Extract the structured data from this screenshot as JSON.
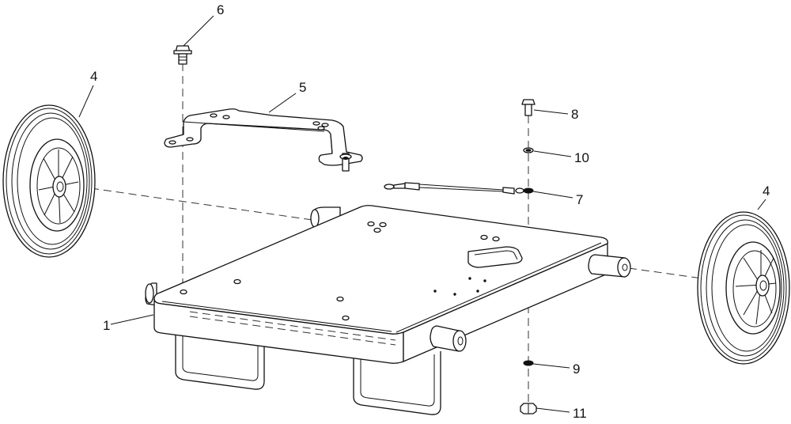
{
  "diagram": {
    "callouts": [
      {
        "id": "1",
        "label": "1"
      },
      {
        "id": "4a",
        "label": "4"
      },
      {
        "id": "4b",
        "label": "4"
      },
      {
        "id": "5",
        "label": "5"
      },
      {
        "id": "6",
        "label": "6"
      },
      {
        "id": "7",
        "label": "7"
      },
      {
        "id": "8",
        "label": "8"
      },
      {
        "id": "9",
        "label": "9"
      },
      {
        "id": "10",
        "label": "10"
      },
      {
        "id": "11",
        "label": "11"
      }
    ]
  }
}
